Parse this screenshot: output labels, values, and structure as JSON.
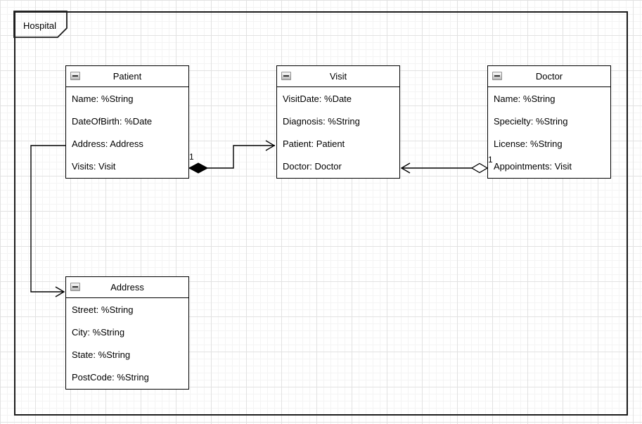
{
  "frame": {
    "label": "Hospital"
  },
  "classes": [
    {
      "name": "Patient",
      "attrs": [
        "Name: %String",
        "DateOfBirth: %Date",
        "Address: Address",
        "Visits: Visit"
      ]
    },
    {
      "name": "Visit",
      "attrs": [
        "VisitDate: %Date",
        "Diagnosis: %String",
        "Patient: Patient",
        "Doctor: Doctor"
      ]
    },
    {
      "name": "Doctor",
      "attrs": [
        "Name: %String",
        "Specielty: %String",
        "License: %String",
        "Appointments: Visit"
      ]
    },
    {
      "name": "Address",
      "attrs": [
        "Street: %String",
        "City: %String",
        "State: %String",
        "PostCode: %String"
      ]
    }
  ],
  "connectors": [
    {
      "from": "Patient",
      "to": "Visit",
      "type": "composition",
      "multiplicity": "1"
    },
    {
      "from": "Doctor",
      "to": "Visit",
      "type": "aggregation",
      "multiplicity": "1"
    },
    {
      "from": "Patient",
      "to": "Address",
      "type": "association"
    }
  ],
  "icons": {
    "collapse": "minus-box"
  },
  "colors": {
    "stroke": "#000000",
    "shape_fill": "#ffffff",
    "grid_minor": "#f4f4f4",
    "grid_major": "#e2e2e2"
  }
}
